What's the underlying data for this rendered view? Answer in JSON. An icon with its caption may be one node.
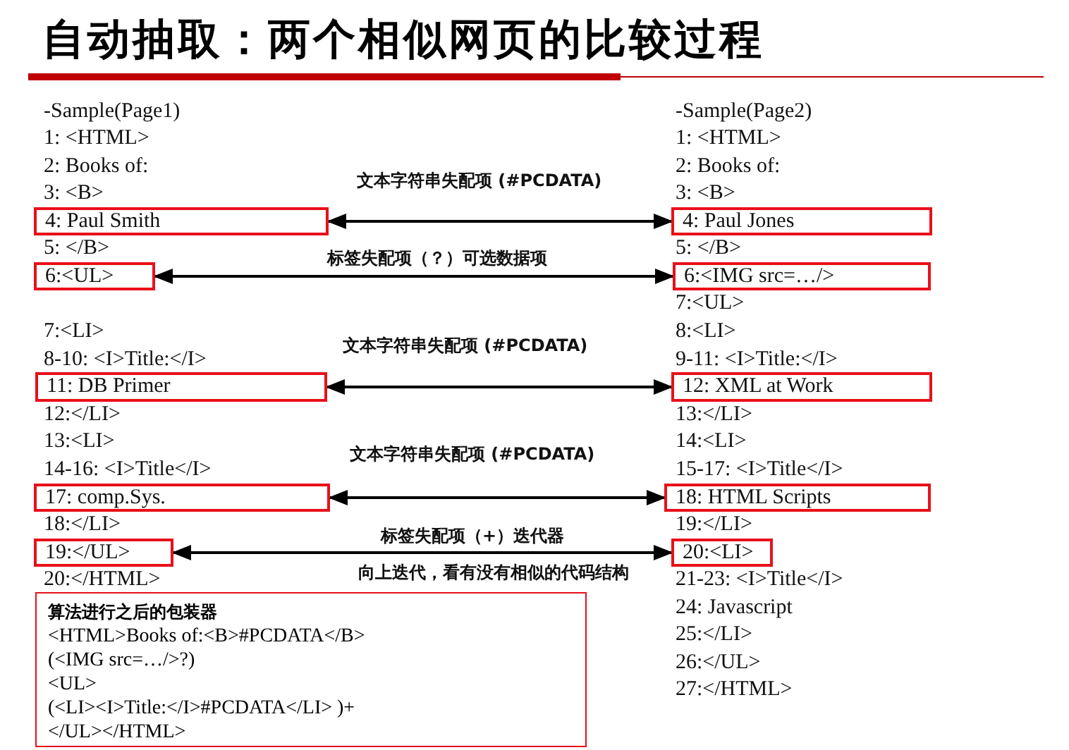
{
  "diagram": {
    "title": "自动抽取：两个相似网页的比较过程",
    "nodes": [
      {
        "text": [
          "4: Paul Smith"
        ]
      },
      {
        "text": [
          "4: Paul Jones"
        ]
      },
      {
        "text": [
          "6:<UL>"
        ]
      },
      {
        "text": [
          "6:<IMG src=…/>"
        ]
      },
      {
        "text": [
          "11: DB Primer"
        ]
      },
      {
        "text": [
          "12: XML at Work"
        ]
      },
      {
        "text": [
          "17: comp.Sys."
        ]
      },
      {
        "text": [
          "18: HTML Scripts"
        ]
      },
      {
        "text": [
          "19:</UL>"
        ]
      },
      {
        "text": [
          "20:<LI>"
        ]
      },
      {
        "text": [
          "算法进行之后的包装器",
          "<HTML>Books of:<B>#PCDATA</B>",
          "(<IMG src=…/>?)",
          "<UL>",
          "(<LI><I>Title:</I>#PCDATA</LI> )+",
          "</UL></HTML>"
        ]
      }
    ],
    "edges": [
      {
        "from": 0,
        "to": 1,
        "arrow": "both",
        "label": "文本字符串失配项 (#PCDATA)"
      },
      {
        "from": 2,
        "to": 3,
        "arrow": "both",
        "label": "标签失配项（？）可选数据项"
      },
      {
        "from": 4,
        "to": 5,
        "arrow": "both",
        "label": "文本字符串失配项 (#PCDATA)"
      },
      {
        "from": 6,
        "to": 7,
        "arrow": "both",
        "label": "文本字符串失配项 (#PCDATA)"
      },
      {
        "from": 8,
        "to": 9,
        "arrow": "both",
        "label": "标签失配项（+）迭代器"
      }
    ],
    "labels": [
      "-Sample(Page1)",
      "1: <HTML>",
      "2: Books of:",
      "3: <B>",
      "5: </B>",
      "7:<LI>",
      "8-10: <I>Title:</I>",
      "12:</LI>",
      "13:<LI>",
      "14-16: <I>Title</I>",
      "18:</LI>",
      "20:</HTML>",
      "-Sample(Page2)",
      "1: <HTML>",
      "2: Books of:",
      "3: <B>",
      "5: </B>",
      "7:<UL>",
      "8:<LI>",
      "9-11: <I>Title:</I>",
      "13:</LI>",
      "14:<LI>",
      "15-17: <I>Title</I>",
      "19:</LI>",
      "21-23: <I>Title</I>",
      "24: Javascript",
      "25:</LI>",
      "26:</UL>",
      "27:</HTML>",
      "向上迭代，看有没有相似的代码结构"
    ]
  }
}
